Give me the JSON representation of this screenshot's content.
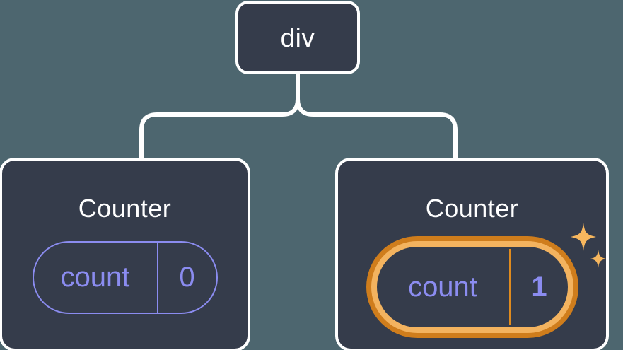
{
  "diagram": {
    "type": "component-tree",
    "background_color": "#4d666f",
    "node_fill_color": "#353c4b",
    "node_border_color": "#ffffff",
    "accent_color": "#8b8cf0",
    "highlight_outer_color": "#cf7d1c",
    "highlight_inner_color": "#f3b35f",
    "sparkle_color": "#f7b75e",
    "root": {
      "label": "div"
    },
    "children": [
      {
        "title": "Counter",
        "state": {
          "key": "count",
          "value": "0"
        },
        "highlighted": false
      },
      {
        "title": "Counter",
        "state": {
          "key": "count",
          "value": "1"
        },
        "highlighted": true,
        "sparkle_icons": [
          "sparkle-large",
          "sparkle-small"
        ]
      }
    ]
  }
}
